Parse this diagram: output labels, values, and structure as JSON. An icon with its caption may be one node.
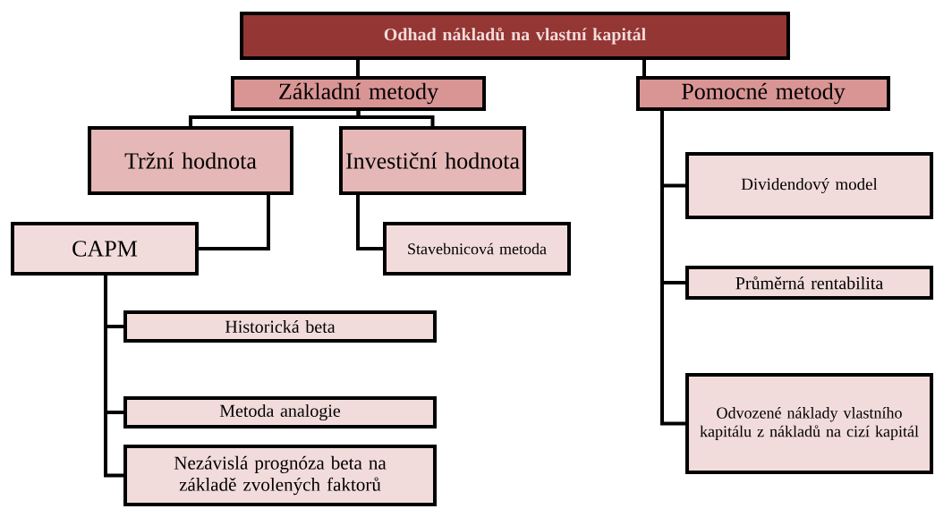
{
  "diagram": {
    "nodes": [
      {
        "text": [
          "Odhad nákladů na vlastní kapitál"
        ]
      },
      {
        "text": [
          "Základní metody"
        ]
      },
      {
        "text": [
          "Pomocné metody"
        ]
      },
      {
        "text": [
          "Tržní hodnota"
        ]
      },
      {
        "text": [
          "Investiční hodnota"
        ]
      },
      {
        "text": [
          "CAPM"
        ]
      },
      {
        "text": [
          "Stavebnicová metoda"
        ]
      },
      {
        "text": [
          "Dividendový model"
        ]
      },
      {
        "text": [
          "Průměrná rentabilita"
        ]
      },
      {
        "text": [
          "Odvozené náklady vlastního kapitálu z nákladů na cizí kapitál"
        ]
      },
      {
        "text": [
          "Historická beta"
        ]
      },
      {
        "text": [
          "Metoda analogie"
        ]
      },
      {
        "text": [
          "Nezávislá prognóza beta na základě zvolených faktorů"
        ]
      }
    ],
    "edges": [
      {
        "from": 0,
        "to": 1,
        "arrow": "none"
      },
      {
        "from": 0,
        "to": 2,
        "arrow": "none"
      },
      {
        "from": 1,
        "to": 3,
        "arrow": "none"
      },
      {
        "from": 1,
        "to": 4,
        "arrow": "none"
      },
      {
        "from": 3,
        "to": 5,
        "arrow": "none"
      },
      {
        "from": 4,
        "to": 6,
        "arrow": "none"
      },
      {
        "from": 2,
        "to": 7,
        "arrow": "none"
      },
      {
        "from": 2,
        "to": 8,
        "arrow": "none"
      },
      {
        "from": 2,
        "to": 9,
        "arrow": "none"
      },
      {
        "from": 5,
        "to": 10,
        "arrow": "none"
      },
      {
        "from": 5,
        "to": 11,
        "arrow": "none"
      },
      {
        "from": 5,
        "to": 12,
        "arrow": "none"
      }
    ]
  }
}
